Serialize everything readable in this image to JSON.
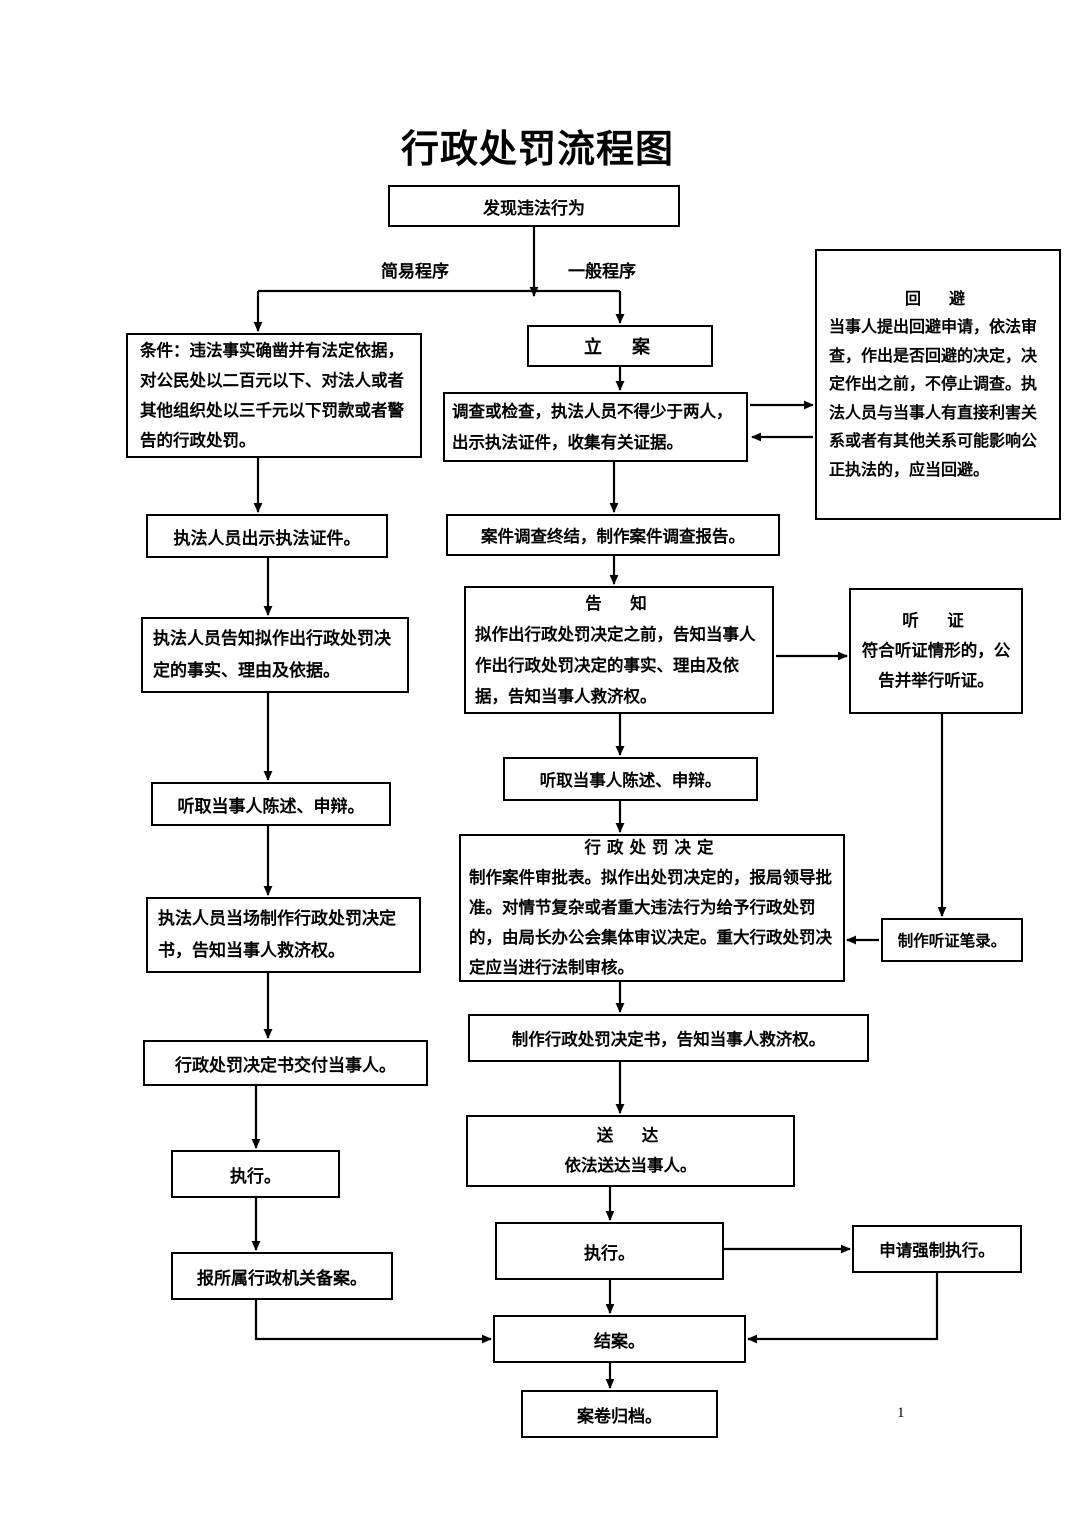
{
  "document": {
    "title": "行政处罚流程图",
    "page_number": "1"
  },
  "branch_labels": {
    "simple": "简易程序",
    "general": "一般程序"
  },
  "nodes": {
    "discover": {
      "text": "发现违法行为"
    },
    "simple_condition": {
      "text": "条件：违法事实确凿并有法定依据，对公民处以二百元以下、对法人或者其他组织处以三千元以下罚款或者警告的行政处罚。"
    },
    "filing": {
      "text": "立　案"
    },
    "avoidance": {
      "head": "回　避",
      "body": "当事人提出回避申请，依法审查，作出是否回避的决定，决定作出之前，不停止调查。执法人员与当事人有直接利害关系或者有其他关系可能影响公正执法的，应当回避。"
    },
    "investigate": {
      "text": "调查或检查，执法人员不得少于两人，出示执法证件，收集有关证据。"
    },
    "show_credentials": {
      "text": "执法人员出示执法证件。"
    },
    "investigation_report": {
      "text": "案件调查终结，制作案件调查报告。"
    },
    "inform_left": {
      "text": "执法人员告知拟作出行政处罚决定的事实、理由及依据。"
    },
    "inform": {
      "head": "告　知",
      "body": "拟作出行政处罚决定之前，告知当事人作出行政处罚决定的事实、理由及依据，告知当事人救济权。"
    },
    "hearing": {
      "head": "听　证",
      "body": "符合听证情形的，公告并举行听证。"
    },
    "listen_left": {
      "text": "听取当事人陈述、申辩。"
    },
    "listen": {
      "text": "听取当事人陈述、申辩。"
    },
    "penalty_decision": {
      "head": "行政处罚决定",
      "body": "制作案件审批表。拟作出处罚决定的，报局领导批准。对情节复杂或者重大违法行为给予行政处罚的，由局长办公会集体审议决定。重大行政处罚决定应当进行法制审核。"
    },
    "hearing_record": {
      "text": "制作听证笔录。"
    },
    "onsite_decision": {
      "text": "执法人员当场制作行政处罚决定书，告知当事人救济权。"
    },
    "make_decision_doc": {
      "text": "制作行政处罚决定书，告知当事人救济权。"
    },
    "deliver_left": {
      "text": "行政处罚决定书交付当事人。"
    },
    "serve": {
      "head": "送　达",
      "body": "依法送达当事人。"
    },
    "execute_left": {
      "text": "执行。"
    },
    "execute": {
      "text": "执行。"
    },
    "compulsory": {
      "text": "申请强制执行。"
    },
    "file_record_left": {
      "text": "报所属行政机关备案。"
    },
    "close_case": {
      "text": "结案。"
    },
    "archive": {
      "text": "案卷归档。"
    }
  },
  "colors": {
    "line": "#000000",
    "background": "#ffffff",
    "text": "#000000"
  }
}
